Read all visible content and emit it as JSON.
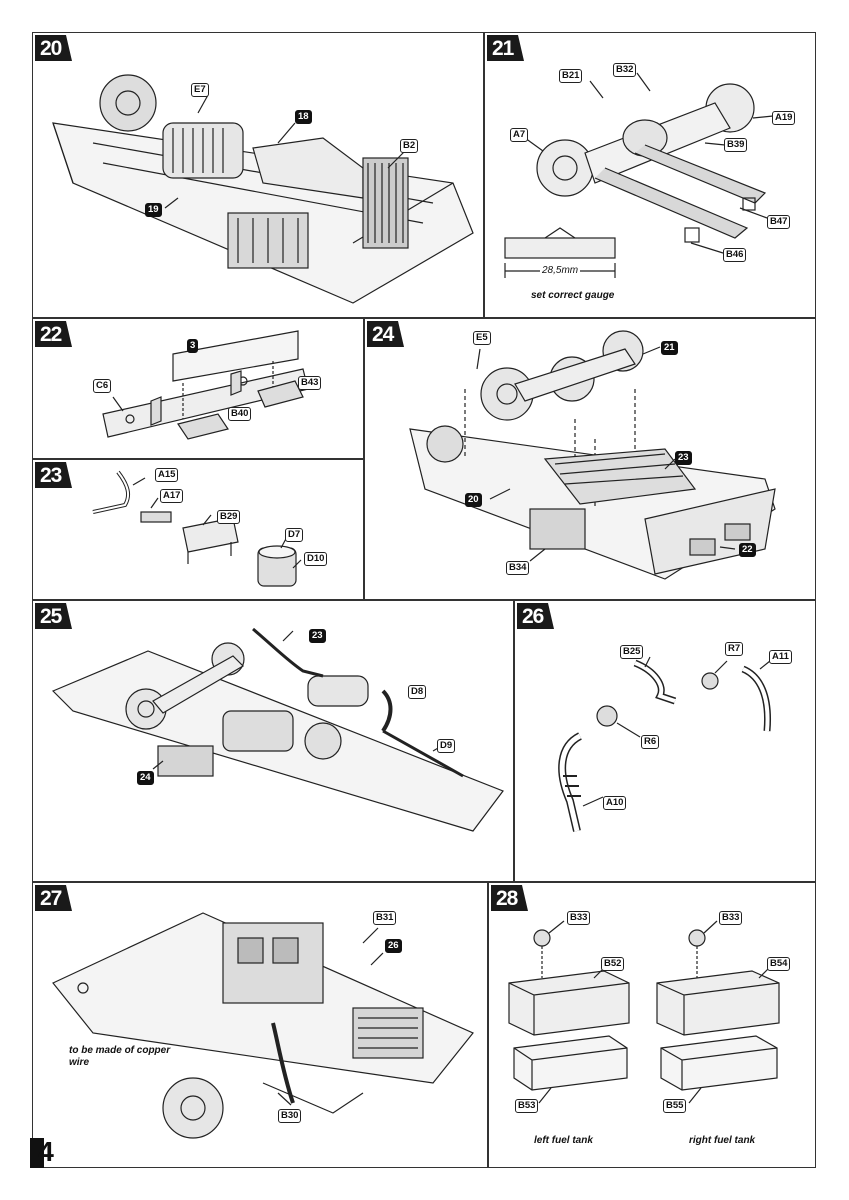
{
  "page_number": "4",
  "steps": [
    {
      "number": "20",
      "labels": [
        "E7",
        "18",
        "B2",
        "19"
      ]
    },
    {
      "number": "21",
      "labels": [
        "B21",
        "B32",
        "A7",
        "A19",
        "B39",
        "B47",
        "B46"
      ],
      "gauge": "28,5mm",
      "note": "set correct gauge"
    },
    {
      "number": "22",
      "labels": [
        "3",
        "C6",
        "B43",
        "B40"
      ]
    },
    {
      "number": "23",
      "labels": [
        "A15",
        "A17",
        "B29",
        "D7",
        "D10"
      ]
    },
    {
      "number": "24",
      "labels": [
        "E5",
        "21",
        "23",
        "20",
        "22",
        "B34"
      ]
    },
    {
      "number": "25",
      "labels": [
        "23",
        "D8",
        "D9",
        "24"
      ]
    },
    {
      "number": "26",
      "labels": [
        "B25",
        "R7",
        "A11",
        "R6",
        "A10"
      ]
    },
    {
      "number": "27",
      "labels": [
        "B31",
        "26",
        "B30"
      ],
      "note": "to be made of copper wire"
    },
    {
      "number": "28",
      "labels": [
        "B33",
        "B52",
        "B53",
        "B33",
        "B54",
        "B55"
      ],
      "left_caption": "left fuel tank",
      "right_caption": "right fuel tank"
    }
  ],
  "colors": {
    "ink": "#111111",
    "paper": "#ffffff",
    "line_gray": "#555555"
  }
}
